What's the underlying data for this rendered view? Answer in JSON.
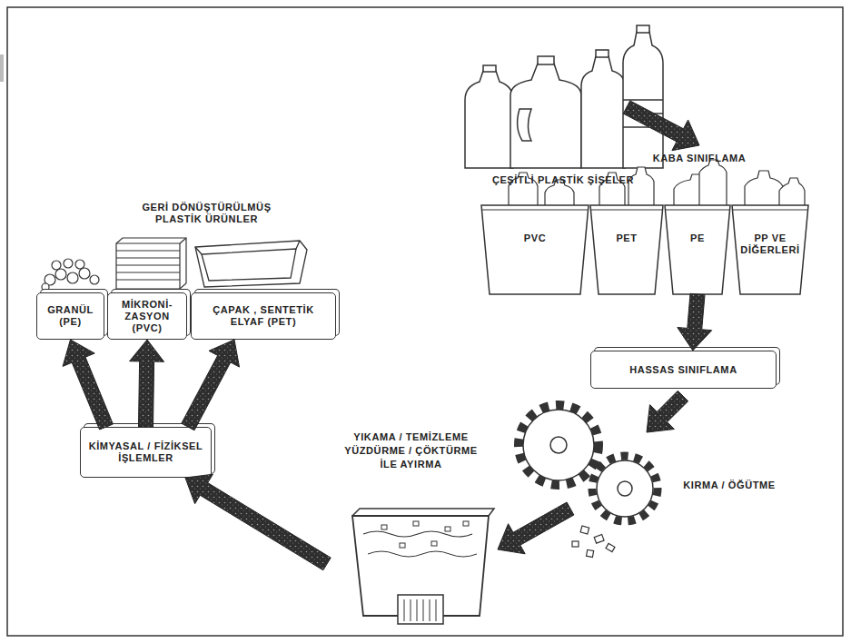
{
  "diagram": {
    "nodes": [
      {
        "text": [
          "PVC"
        ]
      },
      {
        "text": [
          "PET"
        ]
      },
      {
        "text": [
          "PE"
        ]
      },
      {
        "text": [
          "PP VE DİĞERLERİ"
        ]
      },
      {
        "text": [
          "HASSAS SINIFLAMA"
        ]
      },
      {
        "text": [
          "YIKAMA / TEMİZLEME YÜZDÜRME / ÇÖKTÜRME İLE AYIRMA"
        ]
      },
      {
        "text": [
          "KİMYASAL / FİZİKSEL İŞLEMLER"
        ]
      },
      {
        "text": [
          "GRANÜL (PE)"
        ]
      },
      {
        "text": [
          "MİKRONİ- ZASYON (PVC)"
        ]
      },
      {
        "text": [
          "ÇAPAK , SENTETİK ELYAF (PET)"
        ]
      }
    ],
    "edges": [
      {
        "from": 2,
        "to": 4,
        "arrow": "to"
      },
      {
        "from": 5,
        "to": 6,
        "arrow": "to"
      },
      {
        "from": 6,
        "to": 7,
        "arrow": "to"
      },
      {
        "from": 6,
        "to": 8,
        "arrow": "to"
      },
      {
        "from": 6,
        "to": 9,
        "arrow": "to"
      }
    ],
    "labels": [
      "ÇEŞİTLİ PLASTİK ŞİŞELER",
      "KABA SINIFLAMA",
      "GERİ DÖNÜŞTÜRÜLMÜŞ PLASTİK ÜRÜNLER",
      "KIRMA / ÖĞÜTME"
    ]
  }
}
